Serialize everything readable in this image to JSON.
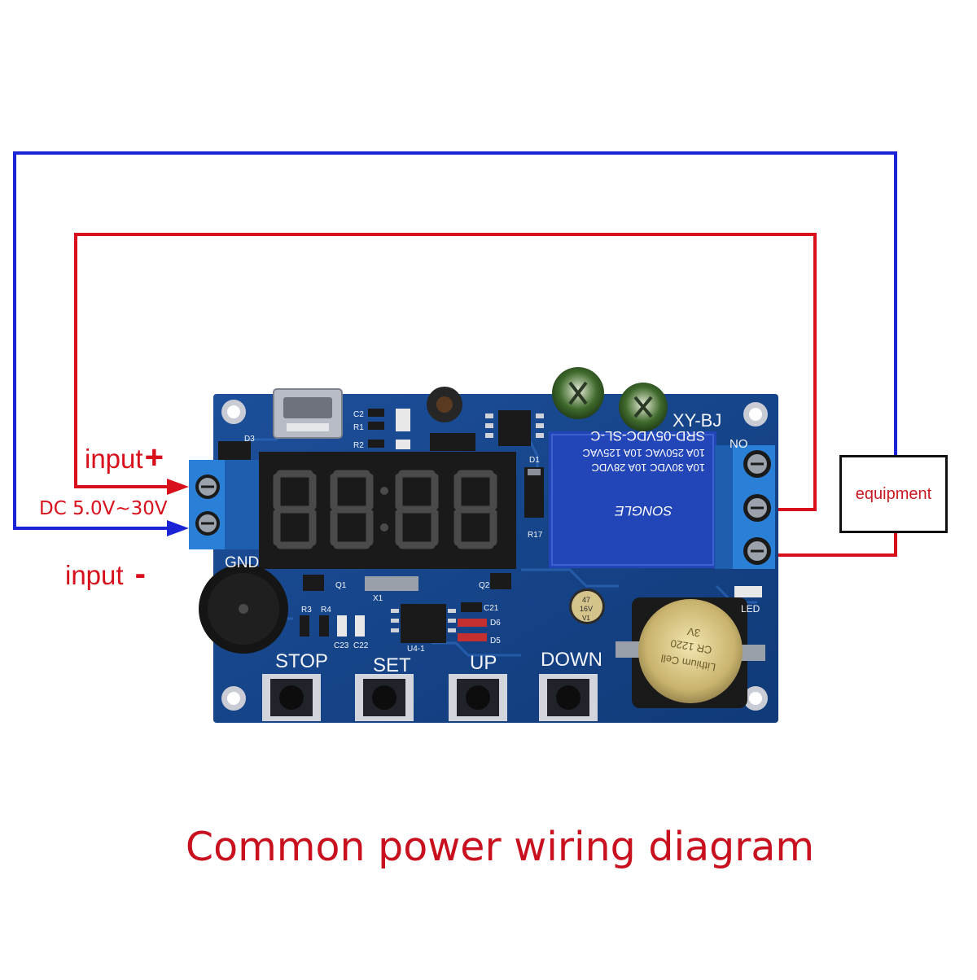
{
  "wiring": {
    "input_plus_label": "input",
    "input_plus_sign": "+",
    "voltage_label": "DC 5.0V~30V",
    "input_minus_label": "input",
    "input_minus_sign": "-",
    "equipment_label": "equipment",
    "colors": {
      "positive_wire": "#d8101c",
      "negative_wire": "#1a24d6"
    }
  },
  "board": {
    "model": "XY-BJ",
    "gnd_label": "GND",
    "display_digits": "88:88",
    "buttons": [
      "STOP",
      "SET",
      "UP",
      "DOWN"
    ],
    "relay_text": [
      "SRD-05VDC-SL-C",
      "10A 250VAC  10A 125VAC",
      "10A 30VDC  10A 28VDC",
      "SONGLE"
    ],
    "relay_terminal_label": "NO",
    "led_label": "LED",
    "battery_text": [
      "Lithium Cell",
      "CR 1220",
      "3V"
    ],
    "capacitor_text": [
      "47",
      "16V",
      "V1"
    ],
    "component_labels": [
      "D3",
      "C2",
      "R1",
      "R2",
      "D1",
      "R17",
      "Q1",
      "Q2",
      "X1",
      "R3",
      "R4",
      "C21",
      "D6",
      "D5",
      "U4-1",
      "C23",
      "C22"
    ]
  },
  "caption": "Common power wiring diagram"
}
